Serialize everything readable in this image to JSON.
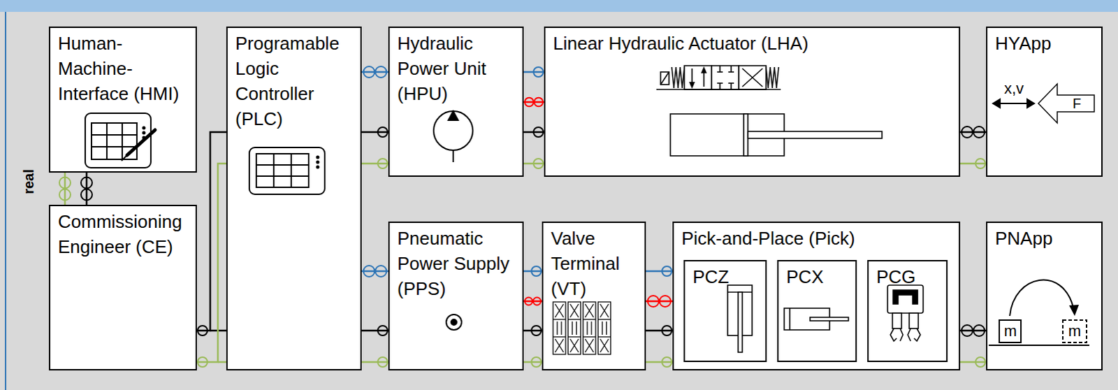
{
  "diagram": {
    "nodes": [
      {
        "text": [
          "Human-Machine-Interface (HMI)"
        ]
      },
      {
        "text": [
          "Programable Logic Controller (PLC)"
        ]
      },
      {
        "text": [
          "Hydraulic Power Unit (HPU)"
        ]
      },
      {
        "text": [
          "Linear Hydraulic Actuator (LHA)"
        ]
      },
      {
        "text": [
          "HYApp"
        ]
      },
      {
        "text": [
          "Commissioning Engineer (CE)"
        ]
      },
      {
        "text": [
          "Pneumatic Power Supply (PPS)"
        ]
      },
      {
        "text": [
          "Valve Terminal (VT)"
        ]
      },
      {
        "text": [
          "Pick-and-Place (Pick)"
        ]
      },
      {
        "text": [
          "PCZ"
        ],
        "in": 8
      },
      {
        "text": [
          "PCX"
        ],
        "in": 8
      },
      {
        "text": [
          "PCG"
        ],
        "in": 8
      },
      {
        "text": [
          "PNApp"
        ]
      }
    ],
    "edges": [
      {
        "from": 0,
        "to": 5,
        "arrow": "none"
      },
      {
        "from": 0,
        "to": 5,
        "arrow": "none"
      },
      {
        "from": 5,
        "to": 1,
        "arrow": "none"
      },
      {
        "from": 5,
        "to": 1,
        "arrow": "none"
      },
      {
        "from": 1,
        "to": 2,
        "arrow": "none"
      },
      {
        "from": 1,
        "to": 2,
        "arrow": "none"
      },
      {
        "from": 1,
        "to": 2,
        "arrow": "none"
      },
      {
        "from": 1,
        "to": 6,
        "arrow": "none"
      },
      {
        "from": 1,
        "to": 6,
        "arrow": "none"
      },
      {
        "from": 1,
        "to": 6,
        "arrow": "none"
      },
      {
        "from": 2,
        "to": 3,
        "arrow": "none"
      },
      {
        "from": 2,
        "to": 3,
        "arrow": "none"
      },
      {
        "from": 2,
        "to": 3,
        "arrow": "none"
      },
      {
        "from": 2,
        "to": 3,
        "arrow": "none"
      },
      {
        "from": 3,
        "to": 4,
        "arrow": "none"
      },
      {
        "from": 3,
        "to": 4,
        "arrow": "none"
      },
      {
        "from": 6,
        "to": 7,
        "arrow": "none"
      },
      {
        "from": 6,
        "to": 7,
        "arrow": "none"
      },
      {
        "from": 6,
        "to": 7,
        "arrow": "none"
      },
      {
        "from": 6,
        "to": 7,
        "arrow": "none"
      },
      {
        "from": 7,
        "to": 8,
        "arrow": "none"
      },
      {
        "from": 7,
        "to": 8,
        "arrow": "none"
      },
      {
        "from": 7,
        "to": 8,
        "arrow": "none"
      },
      {
        "from": 7,
        "to": 8,
        "arrow": "none"
      },
      {
        "from": 8,
        "to": 12,
        "arrow": "none"
      },
      {
        "from": 8,
        "to": 12,
        "arrow": "none"
      }
    ],
    "labels": [
      "real",
      "x,v",
      "F",
      "m",
      "m"
    ]
  }
}
